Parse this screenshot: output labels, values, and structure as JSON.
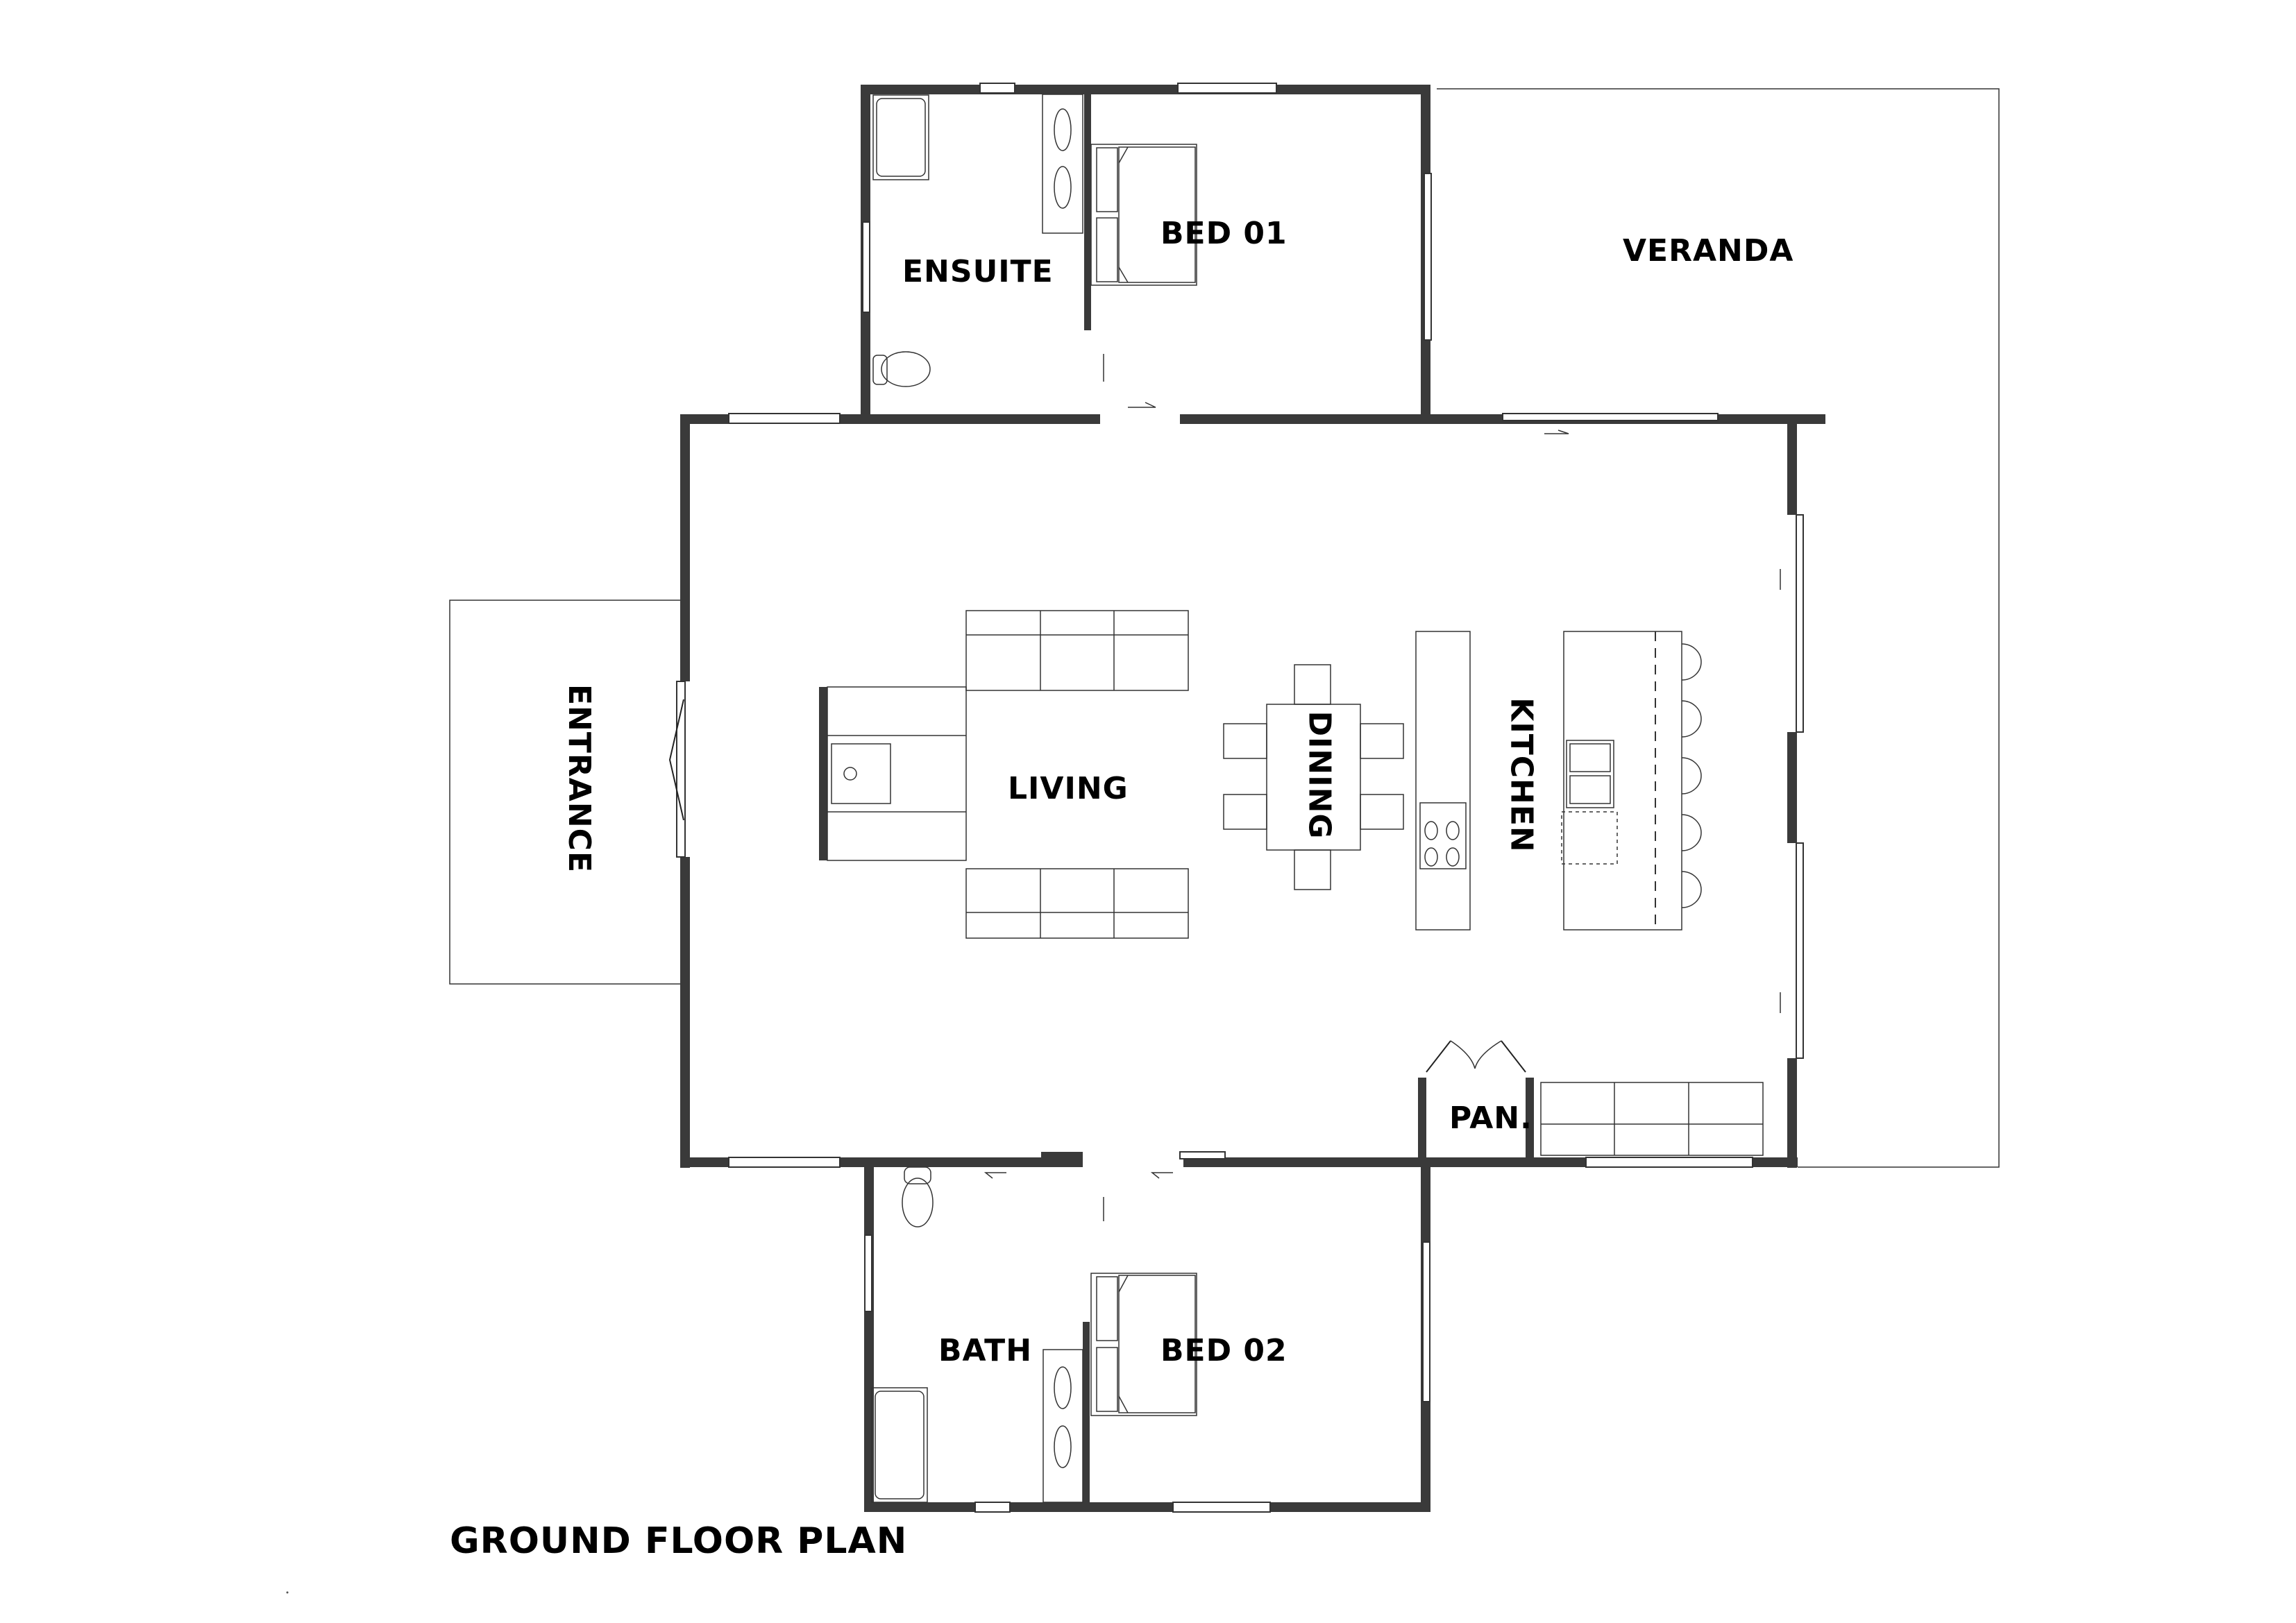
{
  "plan": {
    "title": "GROUND FLOOR PLAN",
    "rooms": {
      "ensuite": "ENSUITE",
      "bed01": "BED 01",
      "veranda": "VERANDA",
      "entrance": "ENTRANCE",
      "living": "LIVING",
      "dining": "DINING",
      "kitchen": "KITCHEN",
      "pantry": "PAN.",
      "bath": "BATH",
      "bed02": "BED 02"
    },
    "colors": {
      "wall": "#3a3a3a",
      "line": "#222222",
      "background": "#ffffff"
    }
  }
}
